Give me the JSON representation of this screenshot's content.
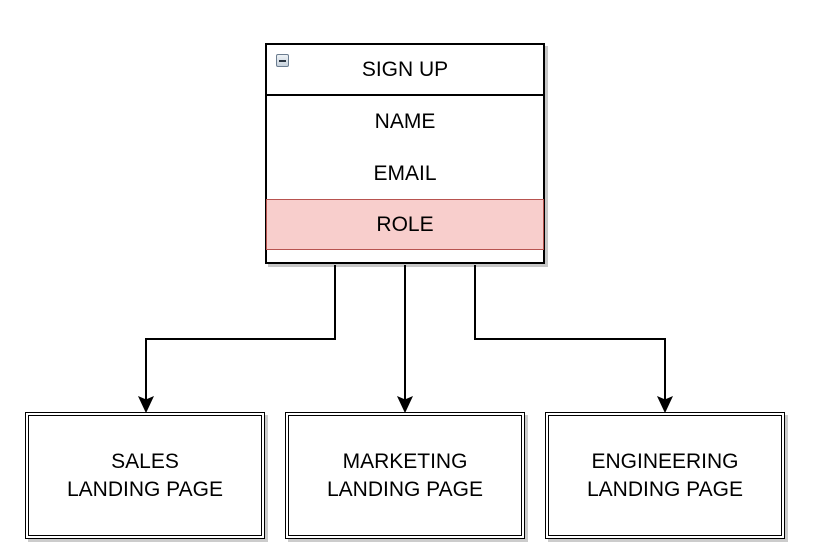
{
  "signup": {
    "title": "SIGN UP",
    "fields": [
      {
        "label": "NAME"
      },
      {
        "label": "EMAIL"
      },
      {
        "label": "ROLE",
        "highlight_fill": "#f8cecc",
        "highlight_stroke": "#b85450"
      }
    ],
    "collapse_icon": "minus-square-icon"
  },
  "landing_pages": [
    {
      "line1": "SALES",
      "line2": "LANDING PAGE"
    },
    {
      "line1": "MARKETING",
      "line2": "LANDING PAGE"
    },
    {
      "line1": "ENGINEERING",
      "line2": "LANDING PAGE"
    }
  ],
  "edges": [
    {
      "from": "signup",
      "to": "SALES LANDING PAGE"
    },
    {
      "from": "signup",
      "to": "MARKETING LANDING PAGE"
    },
    {
      "from": "signup",
      "to": "ENGINEERING LANDING PAGE"
    }
  ]
}
